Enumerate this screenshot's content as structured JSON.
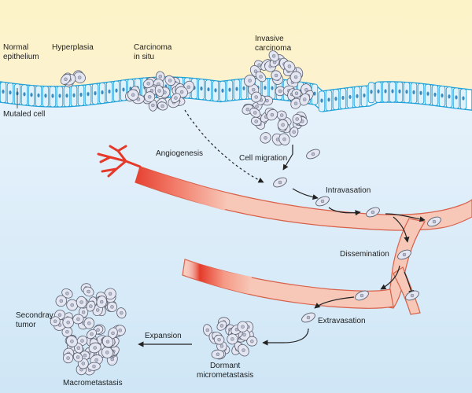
{
  "labels": {
    "normal_epithelium": "Normal\nepithelium",
    "hyperplasia": "Hyperplasia",
    "carcinoma_in_situ": "Carcinoma\nin situ",
    "invasive_carcinoma": "Invasive\ncarcinoma",
    "mutated_cell": "Mutaled  cell",
    "angiogenesis": "Angiogenesis",
    "cell_migration": "Cell migration",
    "intravasation": "Intravasation",
    "dissemination": "Dissemination",
    "extravasation": "Extravasation",
    "secondary_tumor": "Secondray\ntumor",
    "expansion": "Expansion",
    "dormant_micrometastasis": "Dormant\nmicrometastasis",
    "macrometastasis": "Macrometastasis"
  },
  "colors": {
    "tissue_top": "#fdf3c8",
    "tissue_bottom": "#d9ecf8",
    "epithelium": "#1fa0d8",
    "cell_fill": "#e4e6f2",
    "cell_stroke": "#5a6070",
    "vessel_fill": "#f7c8b8",
    "vessel_stroke": "#d8604a",
    "vessel_red": "#e53a2a",
    "arrow": "#222222"
  }
}
